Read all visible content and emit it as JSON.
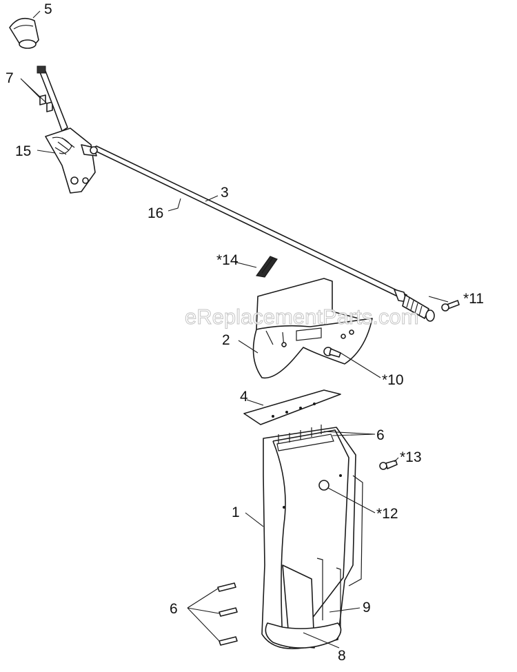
{
  "watermark": "eReplacementParts.com",
  "callouts": {
    "c1": "1",
    "c2": "2",
    "c3": "3",
    "c4": "4",
    "c5": "5",
    "c6_top": "6",
    "c6_bottom": "6",
    "c7": "7",
    "c8": "8",
    "c9": "9",
    "c10": "*10",
    "c11": "*11",
    "c12": "*12",
    "c13": "*13",
    "c14": "*14",
    "c15": "15",
    "c16": "16"
  }
}
